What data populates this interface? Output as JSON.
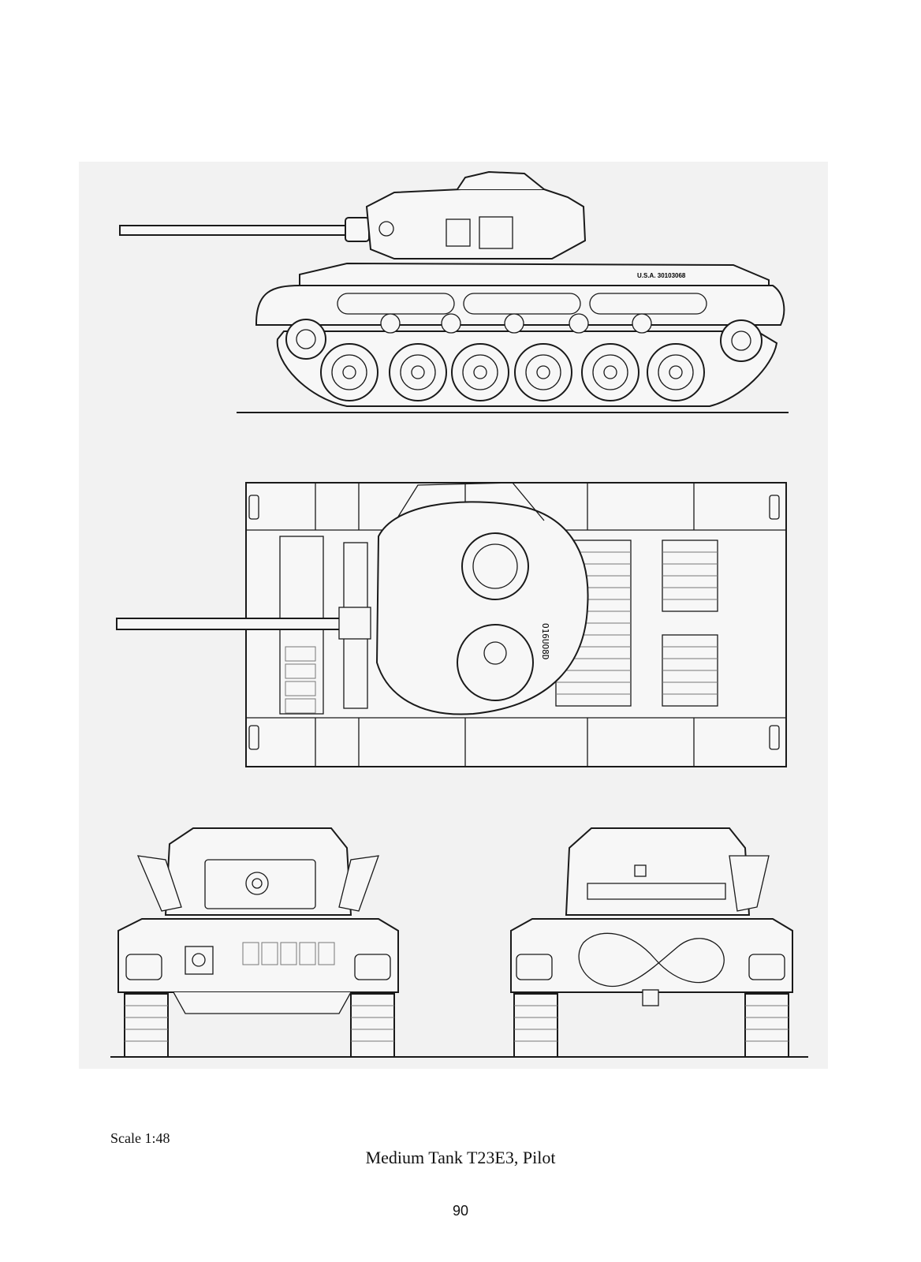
{
  "drawing": {
    "hull_serial": "U.S.A. 30103068",
    "turret_marking": "O16UO8D",
    "views": [
      "side-view",
      "top-view",
      "front-view",
      "rear-view"
    ]
  },
  "scale_label": "Scale 1:48",
  "caption": "Medium Tank T23E3, Pilot",
  "page_number": "90"
}
